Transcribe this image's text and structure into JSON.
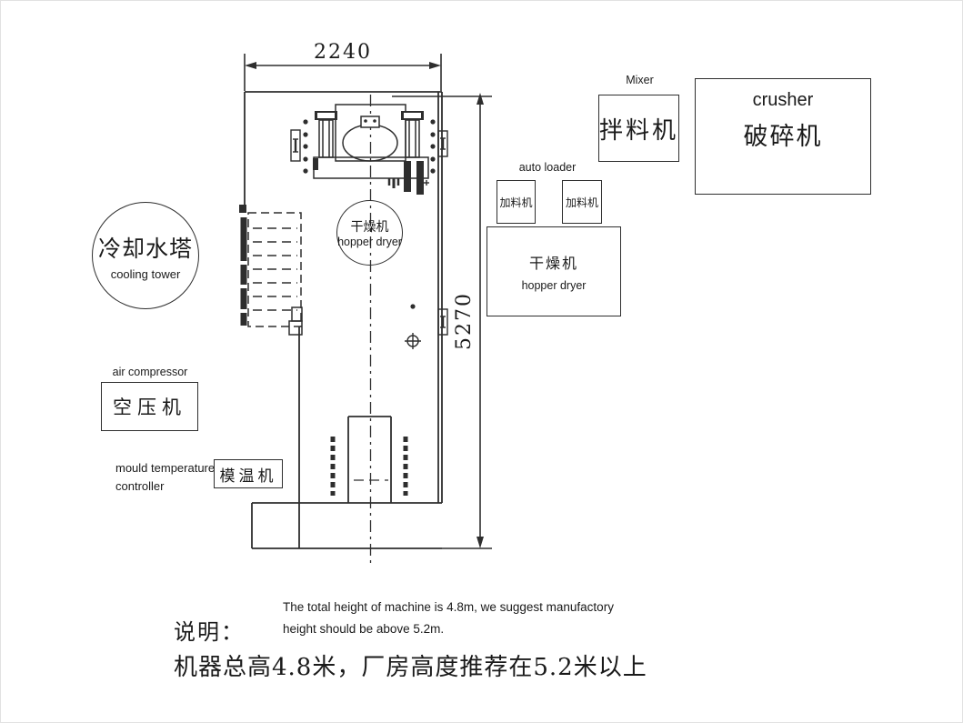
{
  "dimensions": {
    "width_label": "2240",
    "height_label": "5270"
  },
  "machine": {
    "hopper_dryer_on_machine": {
      "zh": "干燥机",
      "en": "hopper dryer"
    }
  },
  "equipment": {
    "cooling_tower": {
      "zh": "冷却水塔",
      "en": "cooling tower"
    },
    "mixer": {
      "en": "Mixer",
      "zh": "拌料机"
    },
    "crusher": {
      "en": "crusher",
      "zh": "破碎机"
    },
    "auto_loader": {
      "en": "auto loader",
      "boxes": [
        "加料机",
        "加料机"
      ]
    },
    "hopper_dryer_unit": {
      "zh": "干燥机",
      "en": "hopper dryer"
    },
    "air_compressor": {
      "en": "air compressor",
      "zh": "空压机"
    },
    "mould_temperature_controller": {
      "en_line1": "mould temperature",
      "en_line2": "controller",
      "zh": "模温机"
    }
  },
  "note": {
    "heading": "说明：",
    "en_line1": "The total height of machine is 4.8m, we suggest manufactory",
    "en_line2": "height should be above 5.2m.",
    "zh": "机器总高4.8米，厂房高度推荐在5.2米以上"
  },
  "colors": {
    "ink": "#2e2e2e",
    "background": "#ffffff"
  }
}
